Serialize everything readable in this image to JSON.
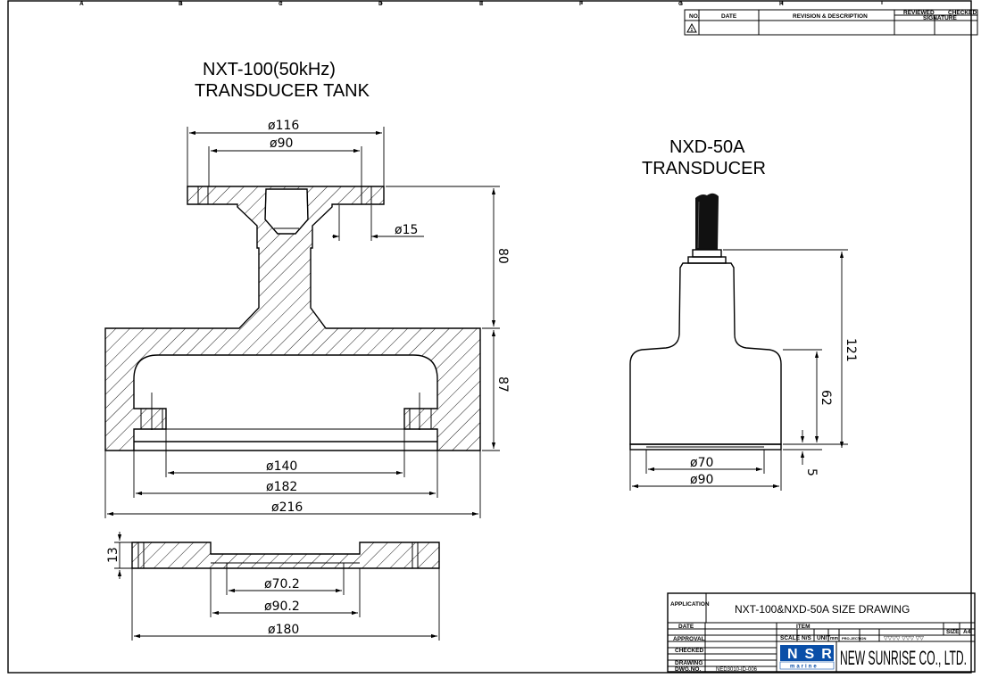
{
  "tank": {
    "title_line1": "NXT-100(50kHz)",
    "title_line2": "TRANSDUCER TANK",
    "dims": {
      "d116": "ø116",
      "d90": "ø90",
      "d15": "ø15",
      "h80": "80",
      "h87": "87",
      "d140": "ø140",
      "d182": "ø182",
      "d216": "ø216"
    }
  },
  "flange": {
    "dims": {
      "t13": "13",
      "d702": "ø70.2",
      "d902": "ø90.2",
      "d180": "ø180"
    }
  },
  "transducer": {
    "title_line1": "NXD-50A",
    "title_line2": "TRANSDUCER",
    "dims": {
      "h121": "121",
      "h62": "62",
      "h5": "5",
      "d70": "ø70",
      "d90": "ø90"
    }
  },
  "revision_block": {
    "col_no": "NO.",
    "col_date": "DATE",
    "col_rev": "REVISION & DESCRIPTION",
    "col_reviewed": "REVIEWED",
    "col_checked": "CHECKED",
    "col_signature": "SIGNATURE",
    "row_mark": "1"
  },
  "title_block": {
    "application_label": "APPLICATION",
    "drawing_title": "NXT-100&NXD-50A SIZE DRAWING",
    "size_label": "SIZE",
    "size_value": "A4",
    "date_label": "DATE",
    "approval_label": "APPROVAL",
    "checked_label": "CHECKED",
    "drawing_label": "DRAWING",
    "dwg_no_label": "DWG.NO.",
    "dwg_no_value": "NED3010-ID-006",
    "item_label": "ITEM",
    "scale_label": "SCALE",
    "scale_value": "N/S",
    "unit_label": "UNIT",
    "unit_value": "mm",
    "projection_label": "PRO-JECTION",
    "finish_symbols": "▽▽▽▽ ▽▽▽ ▽▽",
    "logo_text": "NSR",
    "logo_sub": "marine",
    "company": "NEW SUNRISE CO., LTD."
  },
  "border": {
    "zone_letters": [
      "A",
      "B",
      "C",
      "D",
      "E",
      "F",
      "G",
      "H"
    ]
  }
}
